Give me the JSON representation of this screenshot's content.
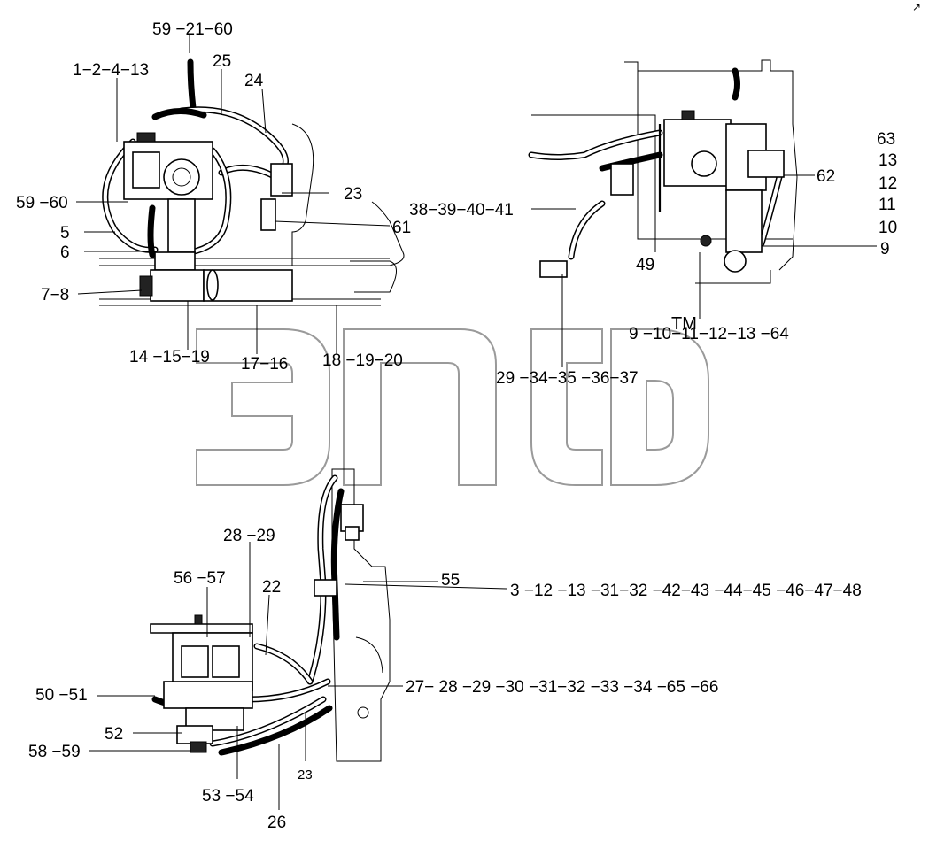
{
  "watermark": {
    "text": "элсб",
    "trademark": "TM"
  },
  "corner_mark": "↗",
  "labels": {
    "l1": "59 −21−60",
    "l2": "25",
    "l3": "1−2−4−13",
    "l4": "24",
    "l5": "23",
    "l6": "59 −60",
    "l7": "61",
    "l8": "5",
    "l9": "6",
    "l10": "7−8",
    "l11": "14 −15−19",
    "l12": "17−16",
    "l13": "18 −19−20",
    "l14": "38−39−40−41",
    "l15": "49",
    "l16": "62",
    "l17": "63",
    "l18": "13",
    "l19": "12",
    "l20": "11",
    "l21": "10",
    "l22": "9",
    "l23": "9 −10−11−12−13 −64",
    "l24": "29 −34−35 −36−37",
    "l25": "28 −29",
    "l26": "56 −57",
    "l27": "22",
    "l28": "55",
    "l29": "3 −12 −13 −31−32 −42−43 −44−45 −46−47−48",
    "l30": "27− 28 −29 −30 −31−32 −33 −34 −65 −66",
    "l31": "50 −51",
    "l32": "52",
    "l33": "58 −59",
    "l34": "23",
    "l35": "53 −54",
    "l36": "26"
  }
}
